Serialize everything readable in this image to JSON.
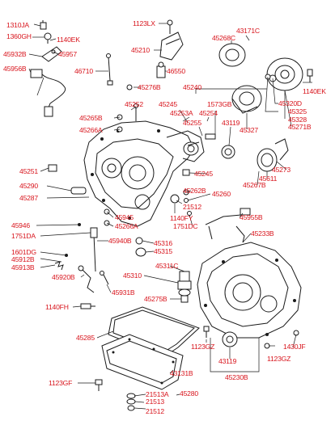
{
  "colors": {
    "label": "#d8141c",
    "line": "#1a1a1a",
    "background": "#ffffff"
  },
  "labels": {
    "l1310JA": "1310JA",
    "l1360GH": "1360GH",
    "l1140EK_a": "1140EK",
    "l45932B": "45932B",
    "l45957": "45957",
    "l45956B": "45956B",
    "l46710": "46710",
    "l1123LX": "1123LX",
    "l45210": "45210",
    "l46550": "46550",
    "l43171C": "43171C",
    "l45268C": "45268C",
    "l1140EK_b": "1140EK",
    "l45276B": "45276B",
    "l45240": "45240",
    "l45320D": "45320D",
    "l45325": "45325",
    "l45328": "45328",
    "l45271B": "45271B",
    "l45252": "45252",
    "l45245_a": "45245",
    "l1573GB": "1573GB",
    "l45253A": "45253A",
    "l45254": "45254",
    "l45255": "45255",
    "l43119_a": "43119",
    "l45327": "45327",
    "l45265B": "45265B",
    "l45266A_a": "45266A",
    "l45251": "45251",
    "l45273": "45273",
    "l45611": "45611",
    "l45267B": "45267B",
    "l45245_b": "45245",
    "l45290": "45290",
    "l45262B": "45262B",
    "l45260": "45260",
    "l45287": "45287",
    "l21512_a": "21512",
    "l1140FY": "1140FY",
    "l45945": "45945",
    "l45266A_b": "45266A",
    "l1751DC": "1751DC",
    "l45955B": "45955B",
    "l45946": "45946",
    "l1751DA": "1751DA",
    "l45233B": "45233B",
    "l45940B": "45940B",
    "l45316": "45316",
    "l45315": "45315",
    "l1601DG": "1601DG",
    "l45912B": "45912B",
    "l45913B": "45913B",
    "l45311C": "45311C",
    "l45920B": "45920B",
    "l45310": "45310",
    "l45931B": "45931B",
    "l45275B": "45275B",
    "l1140FH": "1140FH",
    "l45285": "45285",
    "l1123GZ": "1123GZ",
    "l43119_b": "43119",
    "l1430JF": "1430JF",
    "l1123GZ_b": "1123GZ",
    "l45230B": "45230B",
    "l43131B": "43131B",
    "l1123GF": "1123GF",
    "l45280": "45280",
    "l21513A": "21513A",
    "l21513": "21513",
    "l21512_b": "21512"
  }
}
